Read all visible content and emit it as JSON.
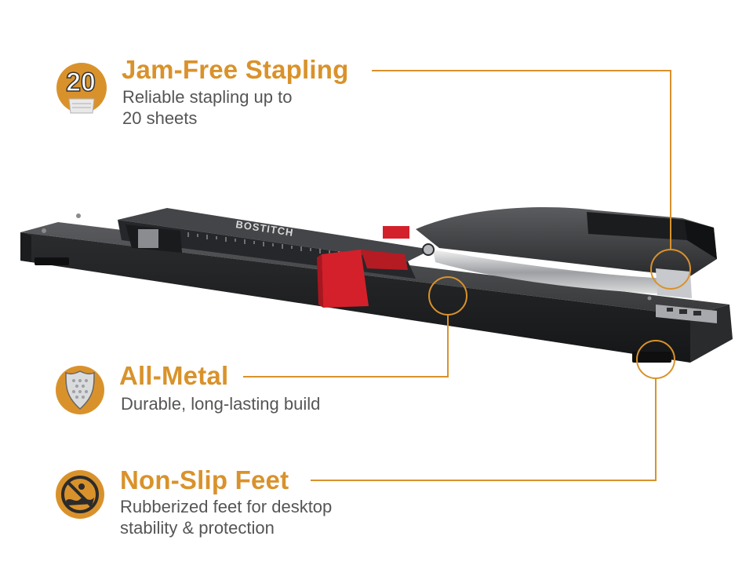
{
  "features": [
    {
      "title": "Jam-Free Stapling",
      "desc_line1": "Reliable stapling up to",
      "desc_line2": "20 sheets",
      "icon": "sheets-20-icon",
      "icon_text": "20"
    },
    {
      "title": "All-Metal",
      "desc_line1": "Durable, long-lasting build",
      "icon": "metal-shield-icon"
    },
    {
      "title": "Non-Slip Feet",
      "desc_line1": "Rubberized feet for desktop",
      "desc_line2": "stability & protection",
      "icon": "no-slip-icon"
    }
  ],
  "product": {
    "brand": "BOSTITCH"
  },
  "colors": {
    "accent": "#d9922b",
    "text": "#555555",
    "stapler_body": "#3a3b3d",
    "stapler_dark": "#222325",
    "guide_red": "#d4202a"
  }
}
